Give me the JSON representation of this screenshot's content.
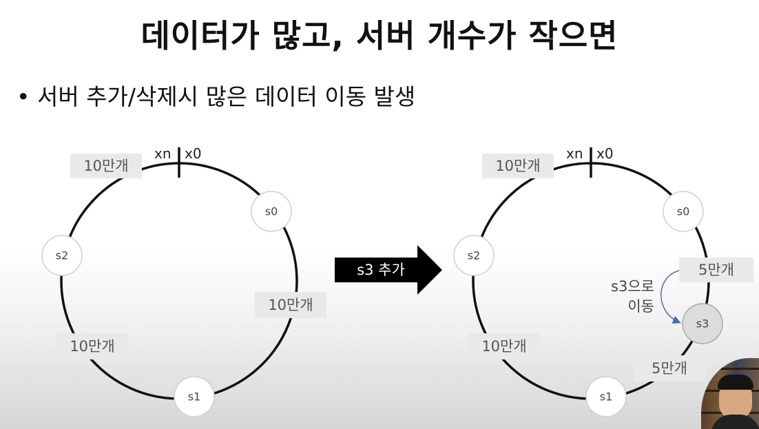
{
  "title": "데이터가 많고, 서버 개수가 작으면",
  "bullet": "• 서버 추가/삭제시 많은 데이터 이동 발생",
  "left_ring": {
    "marker_left": "xn",
    "marker_right": "x0",
    "nodes": {
      "s0": "s0",
      "s1": "s1",
      "s2": "s2"
    },
    "counts": {
      "top_left": "10만개",
      "right": "10만개",
      "bottom_left": "10만개"
    }
  },
  "arrow": {
    "label": "s3 추가"
  },
  "right_ring": {
    "marker_left": "xn",
    "marker_right": "x0",
    "nodes": {
      "s0": "s0",
      "s1": "s1",
      "s2": "s2",
      "s3": "s3"
    },
    "counts": {
      "top_left": "10만개",
      "right_upper": "5만개",
      "bottom_left": "10만개",
      "bottom_right": "5만개"
    },
    "move_note_line1": "s3으로",
    "move_note_line2": "이동"
  },
  "colors": {
    "ring": "#111111",
    "label_box": "#e9e9e9",
    "arrow": "#000000",
    "move_arrow": "#4a6fa5"
  },
  "webcam": {
    "icon": "presenter-webcam-icon"
  }
}
